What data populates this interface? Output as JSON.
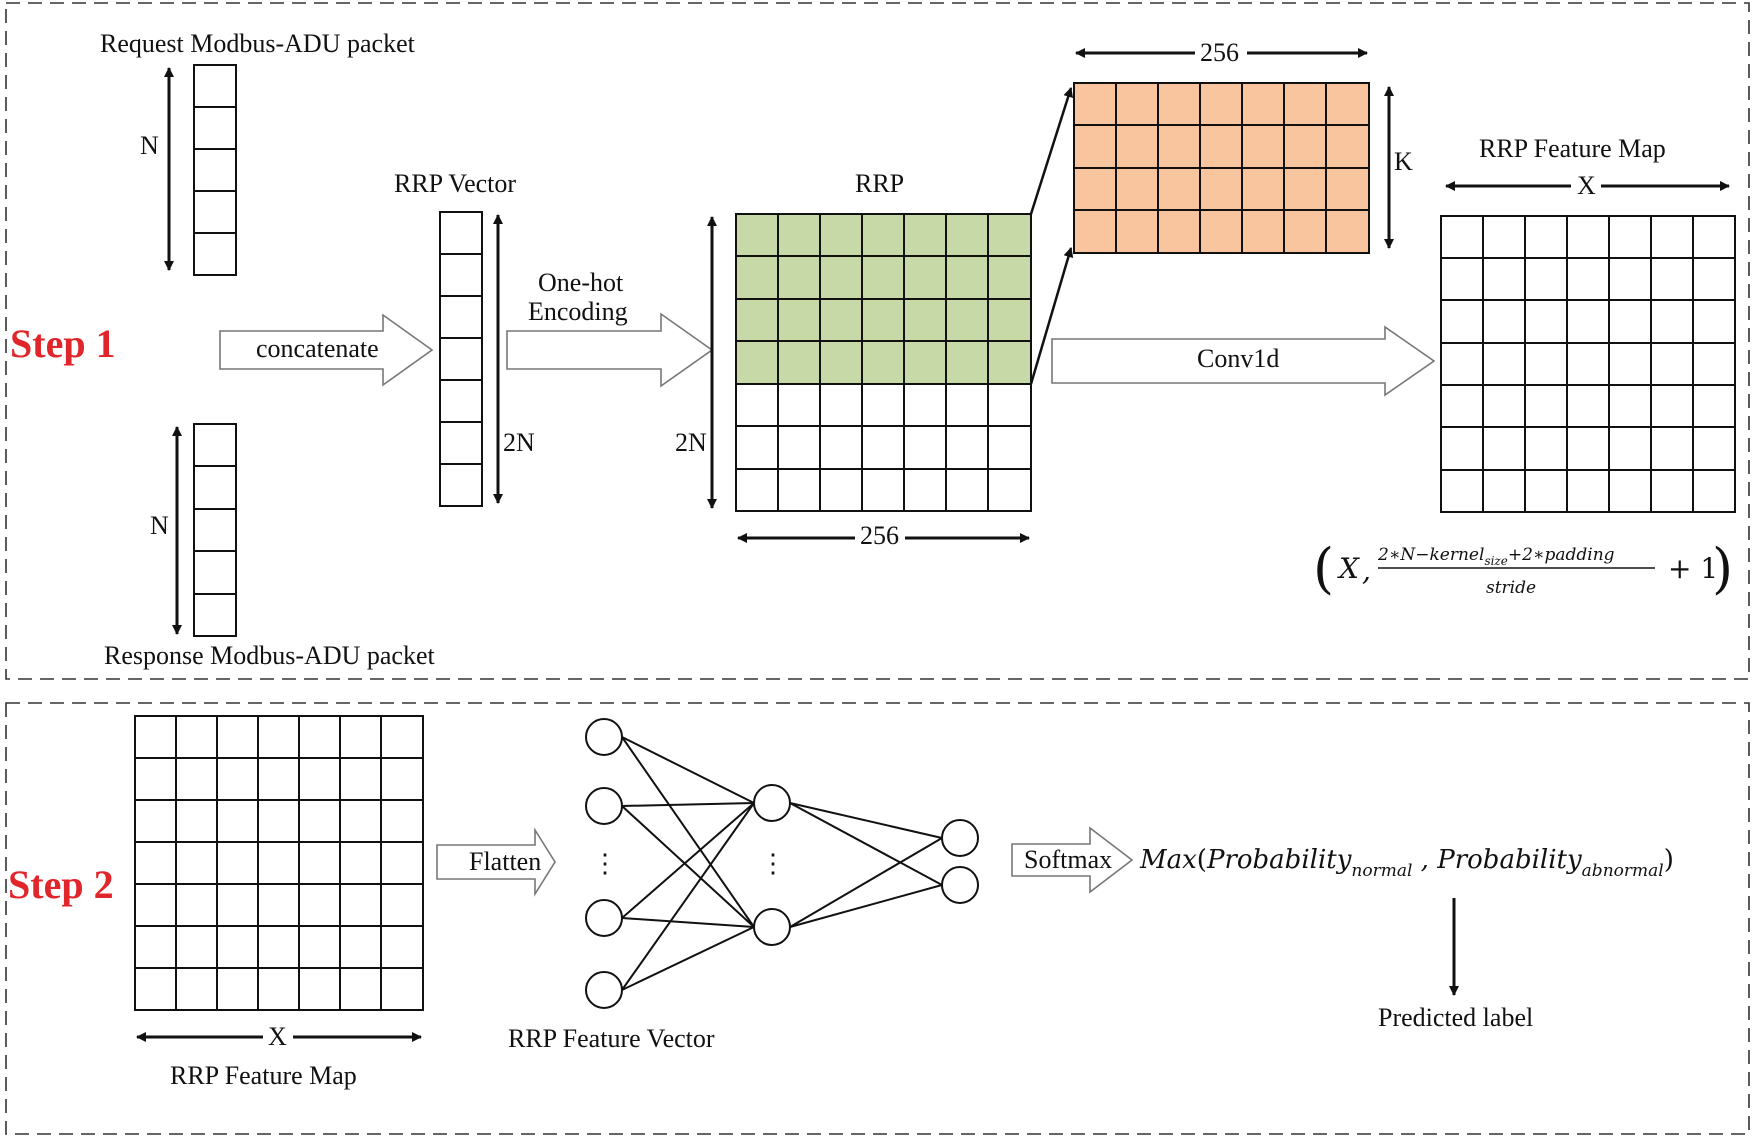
{
  "colors": {
    "step_label": "#e0262b",
    "rrp_fill": "#c6d9a7",
    "kernel_fill": "#f9c59e",
    "line": "#111111",
    "arrow_fill": "#ffffff"
  },
  "step1": {
    "label": "Step 1",
    "request_label": "Request Modbus-ADU packet",
    "response_label": "Response  Modbus-ADU packet",
    "n_label_top": "N",
    "n_label_bottom": "N",
    "concatenate": "concatenate",
    "rrp_vector_title": "RRP Vector",
    "rrp_vector_dim": "2N",
    "onehot_line1": "One-hot",
    "onehot_line2": "Encoding",
    "rrp_title": "RRP",
    "rrp_dim_height": "2N",
    "rrp_dim_width": "256",
    "kernel_dim_width": "256",
    "kernel_dim_height": "K",
    "conv1d": "Conv1d",
    "feature_map_title": "RRP Feature Map",
    "feature_map_dim": "X",
    "formula": {
      "var_x": "X",
      "comma": ",",
      "numerator_a": "2∗N−kernel",
      "numerator_sub": "size",
      "numerator_b": "+2∗padding",
      "denominator": "stride",
      "plus_one": "+ 1"
    }
  },
  "step2": {
    "label": "Step 2",
    "feature_map_label": "RRP Feature Map",
    "feature_map_dim": "X",
    "flatten": "Flatten",
    "feature_vector_label": "RRP Feature Vector",
    "ellipsis": "⋮",
    "softmax": "Softmax",
    "max_fn": "Max",
    "prob": "Probability",
    "sub_normal": "normal",
    "sub_abnormal": "abnormal",
    "predicted_label": "Predicted label"
  }
}
